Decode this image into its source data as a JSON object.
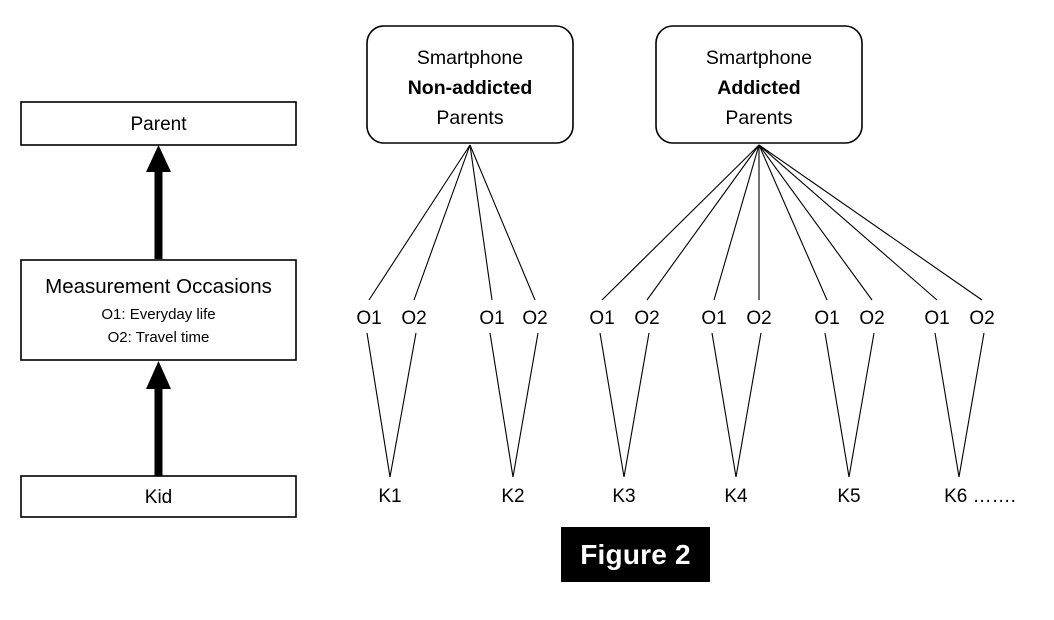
{
  "figure": {
    "caption": "Figure 2",
    "caption_bg": "#000000",
    "caption_fg": "#ffffff"
  },
  "legend_panel": {
    "boxes": [
      {
        "id": "parent",
        "label": "Parent"
      },
      {
        "id": "measurement-occasions",
        "label": "Measurement Occasions",
        "sub_lines": [
          "O1: Everyday life",
          "O2: Travel time"
        ]
      },
      {
        "id": "kid",
        "label": "Kid"
      }
    ],
    "arrows": [
      {
        "from": "measurement-occasions",
        "to": "parent",
        "direction": "up"
      },
      {
        "from": "kid",
        "to": "measurement-occasions",
        "direction": "up"
      }
    ]
  },
  "tree": {
    "groups": [
      {
        "id": "non-addicted",
        "title_line1": "Smartphone",
        "title_line2": "Non-addicted",
        "title_line3": "Parents",
        "kids": [
          {
            "label": "K1",
            "occasions": [
              "O1",
              "O2"
            ]
          },
          {
            "label": "K2",
            "occasions": [
              "O1",
              "O2"
            ]
          }
        ]
      },
      {
        "id": "addicted",
        "title_line1": "Smartphone",
        "title_line2": "Addicted",
        "title_line3": "Parents",
        "kids": [
          {
            "label": "K3",
            "occasions": [
              "O1",
              "O2"
            ]
          },
          {
            "label": "K4",
            "occasions": [
              "O1",
              "O2"
            ]
          },
          {
            "label": "K5",
            "occasions": [
              "O1",
              "O2"
            ]
          },
          {
            "label": "K6 …….",
            "occasions": [
              "O1",
              "O2"
            ]
          }
        ]
      }
    ]
  },
  "colors": {
    "stroke": "#000000",
    "fill": "#ffffff",
    "background": "#ffffff"
  }
}
